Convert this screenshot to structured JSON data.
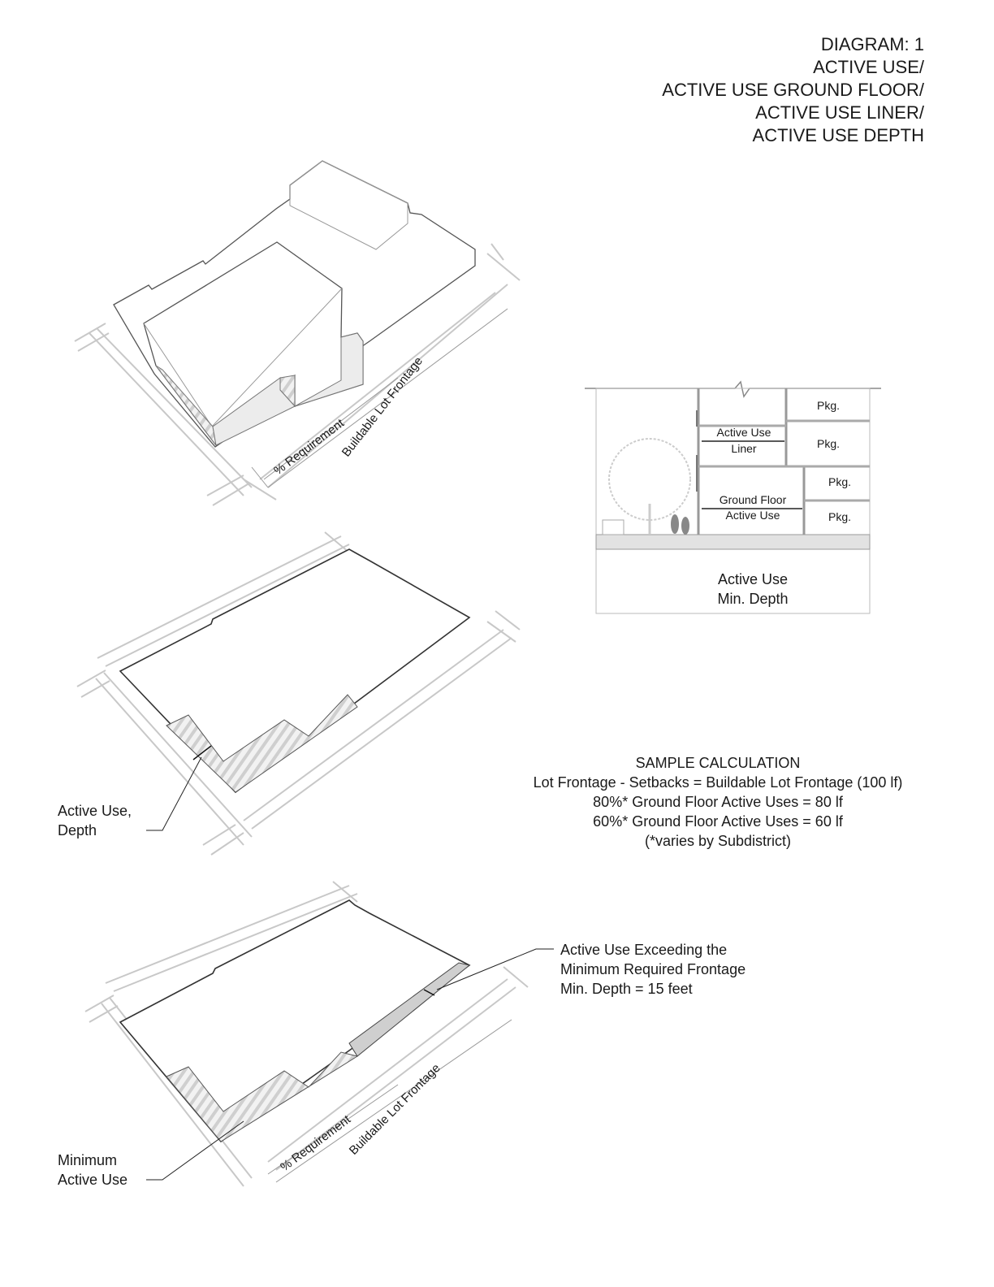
{
  "title": {
    "lines": [
      "DIAGRAM:  1",
      "ACTIVE USE/",
      "ACTIVE USE GROUND FLOOR/",
      "ACTIVE USE LINER/",
      "ACTIVE USE DEPTH"
    ]
  },
  "iso_top": {
    "percent_label": "% Requirement",
    "frontage_label": "Buildable Lot Frontage"
  },
  "section": {
    "pkg": [
      "Pkg.",
      "Pkg.",
      "Pkg.",
      "Pkg."
    ],
    "liner": [
      "Active Use",
      "Liner"
    ],
    "ground": [
      "Ground Floor",
      "Active Use"
    ],
    "caption": [
      "Active Use",
      "Min. Depth"
    ]
  },
  "iso_middle": {
    "callout": [
      "Active Use,",
      "Depth"
    ]
  },
  "sample": {
    "title": "SAMPLE CALCULATION",
    "lines": [
      "Lot Frontage - Setbacks = Buildable Lot Frontage (100 lf)",
      "80%* Ground Floor Active Uses = 80 lf",
      "60%* Ground Floor Active Uses = 60 lf",
      "(*varies by Subdistrict)"
    ]
  },
  "iso_bottom": {
    "exceed_callout": [
      "Active Use Exceeding the",
      "Minimum Required Frontage",
      "Min. Depth = 15 feet"
    ],
    "min_callout": [
      "Minimum",
      "Active Use"
    ],
    "percent_label": "% Requirement",
    "frontage_label": "Buildable Lot Frontage"
  }
}
